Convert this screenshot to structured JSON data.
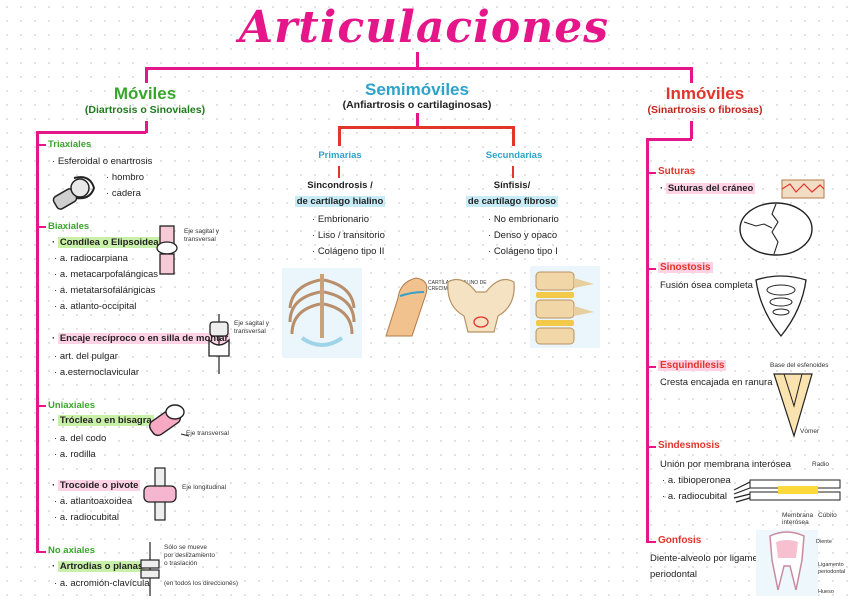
{
  "title": "Articulaciones",
  "moviles": {
    "heading": "Móviles",
    "subtitle": "(Diartrosis o Sinoviales)",
    "triaxiales": {
      "label": "Triaxiales",
      "item": "Esferoidal o enartrosis",
      "examples": [
        "hombro",
        "cadera"
      ]
    },
    "biaxiales": {
      "label": "Biaxiales",
      "item": "Condílea o Elipsoidea",
      "examples": [
        "a. radiocarpiana",
        "a. metacarpofalángicas",
        "a. metatarsofalángicas",
        "a. atlanto-occipital"
      ],
      "axis_note": "Eje sagital y transversal",
      "item2": "Encaje recíproco o en silla de montar",
      "examples2": [
        "art. del pulgar",
        "a.esternoclavicular"
      ],
      "axis_note2": "Eje sagital y transversal"
    },
    "uniaxiales": {
      "label": "Uniaxiales",
      "item": "Tróclea o en bisagra",
      "examples": [
        "a. del codo",
        "a. rodilla"
      ],
      "axis_note": "Eje transversal",
      "item2": "Trocoide o pivote",
      "examples2": [
        "a. atlantoaxoidea",
        "a. radiocubital"
      ],
      "axis_note2": "Eje longitudinal"
    },
    "no_axiales": {
      "label": "No axiales",
      "item": "Artrodias o planas",
      "examples": [
        "a. acromión-clavícula"
      ],
      "note": "Sólo se mueve por deslizamiento o traslación",
      "note2": "(en todos los direcciones)"
    }
  },
  "semimoviles": {
    "heading": "Semimóviles",
    "subtitle": "(Anfiartrosis o cartilaginosas)",
    "primarias": {
      "label": "Primarias",
      "type_line1": "Sincondrosis /",
      "type_line2": "de cartílago hialino",
      "items": [
        "Embrionario",
        "Liso / transitorio",
        "Colágeno tipo II"
      ],
      "image_label": "CARTÍLAGO HIALINO DE CRECIMIENTO"
    },
    "secundarias": {
      "label": "Secundarias",
      "type_line1": "Sínfisis/",
      "type_line2": "de cartílago fibroso",
      "items": [
        "No embrionario",
        "Denso y opaco",
        "Colágeno tipo I"
      ]
    }
  },
  "inmoviles": {
    "heading": "Inmóviles",
    "subtitle": "(Sinartrosis o fibrosas)",
    "suturas": {
      "label": "Suturas",
      "item": "Suturas del cráneo"
    },
    "sinostosis": {
      "label": "Sinostosis",
      "item": "Fusión ósea completa"
    },
    "esquindilesis": {
      "label": "Esquindilesis",
      "item": "Cresta encajada en ranura",
      "img_label_top": "Base del esfenoides",
      "img_label_bottom": "Vómer"
    },
    "sindesmosis": {
      "label": "Sindesmosis",
      "item": "Unión por membrana interósea",
      "examples": [
        "a. tibioperonea",
        "a. radiocubital"
      ],
      "img_labels": [
        "Radio",
        "Membrana interósea",
        "Cúbito"
      ]
    },
    "gonfosis": {
      "label": "Gonfosis",
      "item_line1": "Diente-alveolo por ligamento",
      "item_line2": "periodontal",
      "img_labels": [
        "Diente",
        "Ligamento periodontal",
        "Hueso"
      ]
    }
  },
  "colors": {
    "title": "#e5168a",
    "moviles": "#3aa52c",
    "semimoviles": "#2da3c9",
    "inmoviles": "#e2352c"
  }
}
